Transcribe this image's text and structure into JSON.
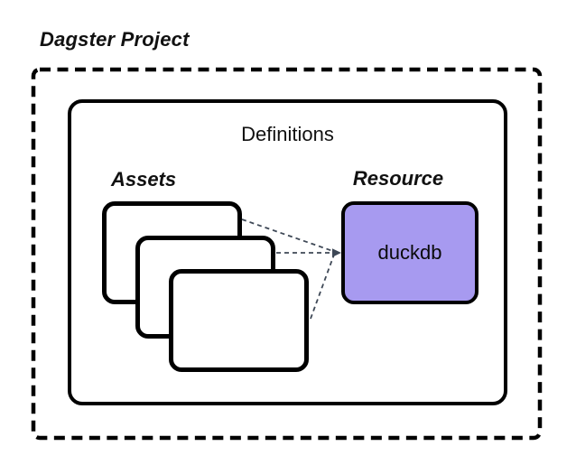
{
  "diagram": {
    "title": "Dagster Project",
    "definitions": {
      "label": "Definitions"
    },
    "assets": {
      "label": "Assets",
      "card_count": 3
    },
    "resource": {
      "label": "Resource",
      "box_label": "duckdb"
    },
    "colors": {
      "accent_purple": "#a79af0",
      "outline_black": "#000000",
      "connector_gray": "#3e4856",
      "background": "#ffffff"
    }
  }
}
